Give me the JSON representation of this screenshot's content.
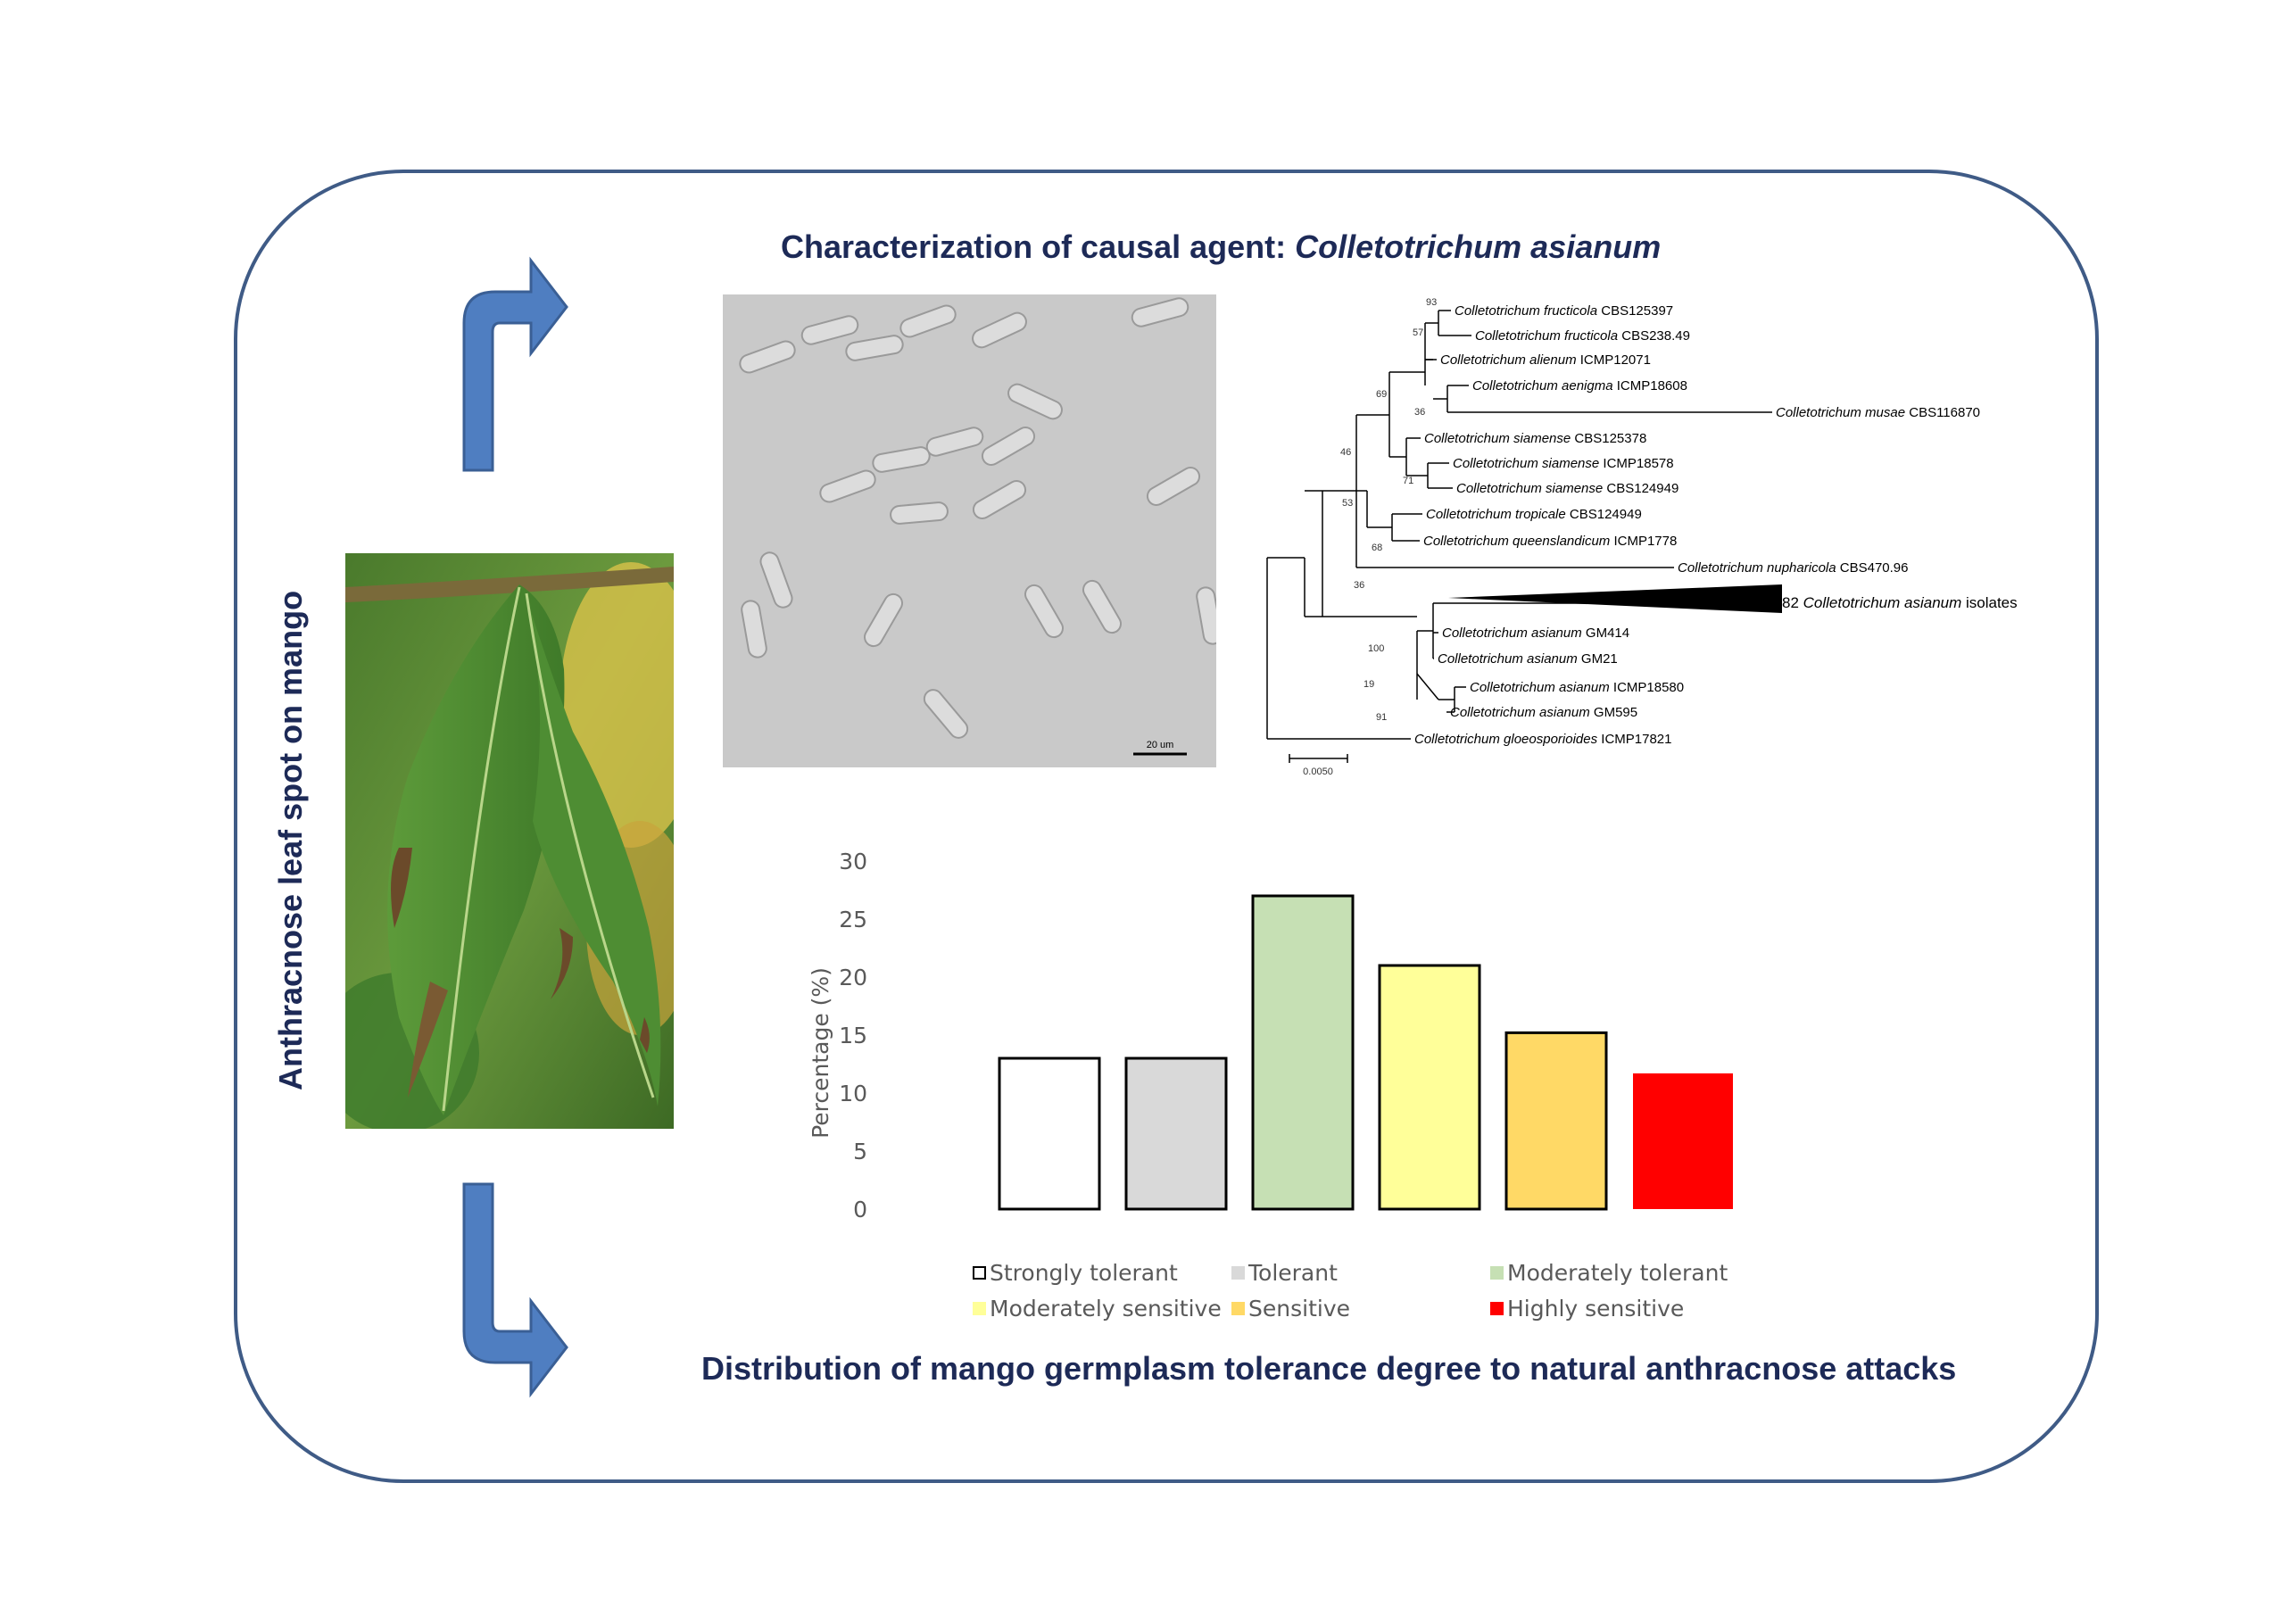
{
  "title_top": {
    "plain": "Characterization of causal agent: ",
    "italic": "Colletotrichum asianum"
  },
  "title_bottom": "Distribution of mango germplasm tolerance degree to natural anthracnose attacks",
  "side_label": "Anthracnose leaf spot on mango",
  "colors": {
    "frame": "#3f5b86",
    "title": "#1d2a57",
    "arrow": "#4f7ec1"
  },
  "micrograph": {
    "scale_label": "20 um"
  },
  "tree": {
    "scale_label": "0.0050",
    "taxa": [
      {
        "species": "Colletotrichum fructicola",
        "strain": "CBS125397"
      },
      {
        "species": "Colletotrichum fructicola",
        "strain": "CBS238.49"
      },
      {
        "species": "Colletotrichum alienum",
        "strain": "ICMP12071"
      },
      {
        "species": "Colletotrichum aenigma",
        "strain": "ICMP18608"
      },
      {
        "species": "Colletotrichum musae",
        "strain": "CBS116870"
      },
      {
        "species": "Colletotrichum siamense",
        "strain": "CBS125378"
      },
      {
        "species": "Colletotrichum siamense",
        "strain": "ICMP18578"
      },
      {
        "species": "Colletotrichum siamense",
        "strain": "CBS124949"
      },
      {
        "species": "Colletotrichum tropicale",
        "strain": "CBS124949"
      },
      {
        "species": "Colletotrichum queenslandicum",
        "strain": "ICMP1778"
      },
      {
        "species": "Colletotrichum nupharicola",
        "strain": "CBS470.96"
      },
      {
        "prefix": "82 ",
        "species": "Colletotrichum asianum",
        "strain": "isolates"
      },
      {
        "species": "Colletotrichum asianum",
        "strain": "GM414"
      },
      {
        "species": "Colletotrichum asianum",
        "strain": "GM21"
      },
      {
        "species": "Colletotrichum asianum",
        "strain": "ICMP18580"
      },
      {
        "species": "Colletotrichum asianum",
        "strain": "GM595"
      },
      {
        "species": "Colletotrichum gloeosporioides",
        "strain": "ICMP17821"
      }
    ],
    "bootstrap": [
      "93",
      "57",
      "36",
      "69",
      "46",
      "71",
      "53",
      "68",
      "36",
      "100",
      "19",
      "91"
    ]
  },
  "chart_data": {
    "type": "bar",
    "categories": [
      "Strongly tolerant",
      "Tolerant",
      "Moderately tolerant",
      "Moderately sensitive",
      "Sensitive",
      "Highly sensitive"
    ],
    "values": [
      13,
      13,
      27,
      21,
      15.2,
      11.7
    ],
    "colors": [
      "#ffffff",
      "#d9d9d9",
      "#c6e0b4",
      "#ffff99",
      "#ffd966",
      "#ff0000"
    ],
    "ylabel": "Percentage (%)",
    "ylim": [
      0,
      30
    ],
    "yticks": [
      0,
      5,
      10,
      15,
      20,
      25,
      30
    ],
    "legend": "bottom"
  }
}
